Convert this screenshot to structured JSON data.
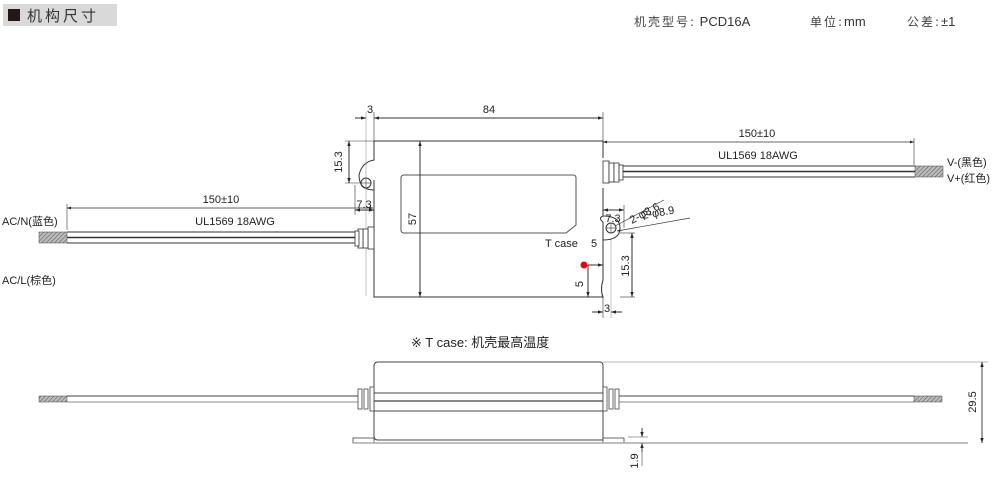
{
  "header": {
    "section_title": "机构尺寸",
    "case_model_label": "机壳型号:",
    "case_model_value": "PCD16A",
    "unit_label": "单位:",
    "unit_value": "mm",
    "tolerance_label": "公差:",
    "tolerance_value": "±1"
  },
  "top_view": {
    "dims": {
      "mount_tab_width": "3",
      "body_length": "84",
      "body_width": "57",
      "tab_offset_top": "15.3",
      "tab_offset_bottom": "15.3",
      "tab_hole_x_left": "7.3",
      "tab_hole_x_right": "7.3",
      "tab_width_bottom": "3",
      "hole_small": "2-φ3.6",
      "hole_large": "2-φ8.9",
      "tcase_x": "5",
      "tcase_y": "5"
    },
    "tcase_label": "T case",
    "tcase_color": "#e60012",
    "output_cable": {
      "length": "150±10",
      "spec": "UL1569 18AWG",
      "wire1": "V-(黑色)",
      "wire2": "V+(红色)"
    },
    "input_cable": {
      "length": "150±10",
      "spec": "UL1569 18AWG",
      "wire1": "AC/N(蓝色)",
      "wire2": "AC/L(棕色)"
    }
  },
  "note": "※ T case: 机壳最高温度",
  "side_view": {
    "dims": {
      "height": "29.5",
      "tab_thickness": "1.9"
    }
  }
}
